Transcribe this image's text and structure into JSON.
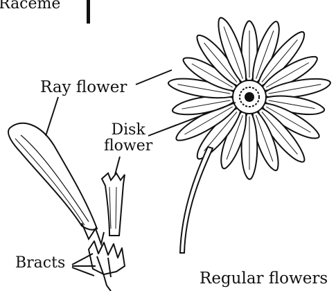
{
  "labels": {
    "raceme": "Raceme",
    "ray_flower": "Ray flower",
    "disk_flower_line1": "Disk",
    "disk_flower_line2": "flower",
    "bracts": "Bracts",
    "regular_flowers": "Regular flowers"
  },
  "colors": {
    "ink": "#111111",
    "background": "#ffffff"
  }
}
